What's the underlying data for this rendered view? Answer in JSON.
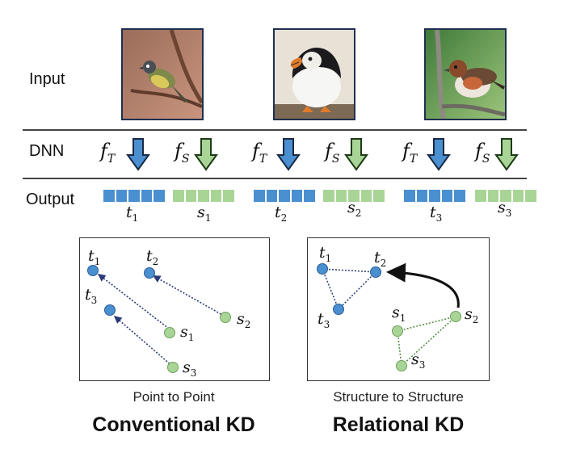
{
  "rows": {
    "input_label": "Input",
    "dnn_label": "DNN",
    "output_label": "Output"
  },
  "images": [
    {
      "icon": "warbler-bird-photo"
    },
    {
      "icon": "puffin-bird-photo"
    },
    {
      "icon": "bunting-bird-photo"
    }
  ],
  "networks": {
    "teacher": {
      "f": "f",
      "sub": "T"
    },
    "student": {
      "f": "f",
      "sub": "S"
    }
  },
  "outputs": [
    {
      "teacher": {
        "t": "t",
        "sub": "1"
      },
      "student": {
        "t": "s",
        "sub": "1"
      }
    },
    {
      "teacher": {
        "t": "t",
        "sub": "2"
      },
      "student": {
        "t": "s",
        "sub": "2"
      }
    },
    {
      "teacher": {
        "t": "t",
        "sub": "3"
      },
      "student": {
        "t": "s",
        "sub": "3"
      }
    }
  ],
  "panels": {
    "conventional": {
      "caption": "Point to Point",
      "title": "Conventional KD",
      "points": {
        "t1": {
          "t": "t",
          "sub": "1"
        },
        "t2": {
          "t": "t",
          "sub": "2"
        },
        "t3": {
          "t": "t",
          "sub": "3"
        },
        "s1": {
          "t": "s",
          "sub": "1"
        },
        "s2": {
          "t": "s",
          "sub": "2"
        },
        "s3": {
          "t": "s",
          "sub": "3"
        }
      }
    },
    "relational": {
      "caption": "Structure to Structure",
      "title": "Relational KD",
      "points": {
        "t1": {
          "t": "t",
          "sub": "1"
        },
        "t2": {
          "t": "t",
          "sub": "2"
        },
        "t3": {
          "t": "t",
          "sub": "3"
        },
        "s1": {
          "t": "s",
          "sub": "1"
        },
        "s2": {
          "t": "s",
          "sub": "2"
        },
        "s3": {
          "t": "s",
          "sub": "3"
        }
      }
    }
  },
  "colors": {
    "teacher": "#4a8fd0",
    "student": "#a8d596",
    "rule": "#444444",
    "photo_border": "#1f2f50"
  }
}
